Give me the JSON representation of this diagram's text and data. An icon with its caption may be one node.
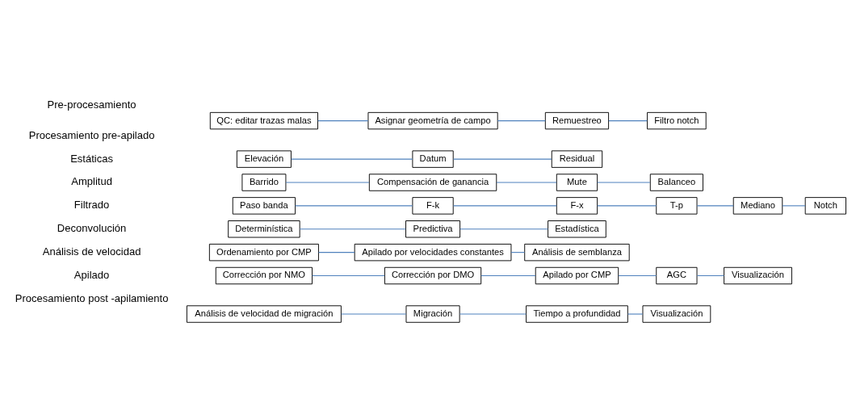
{
  "diagram": {
    "nodes": [
      {
        "text": [
          "QC: editar trazas malas"
        ]
      },
      {
        "text": [
          "Asignar geometría de campo"
        ]
      },
      {
        "text": [
          "Remuestreo"
        ]
      },
      {
        "text": [
          "Filtro notch"
        ]
      },
      {
        "text": [
          "Elevación"
        ]
      },
      {
        "text": [
          "Datum"
        ]
      },
      {
        "text": [
          "Residual"
        ]
      },
      {
        "text": [
          "Barrido"
        ]
      },
      {
        "text": [
          "Compensación de ganancia"
        ]
      },
      {
        "text": [
          "Mute"
        ]
      },
      {
        "text": [
          "Balanceo"
        ]
      },
      {
        "text": [
          "Paso banda"
        ]
      },
      {
        "text": [
          "F-k"
        ]
      },
      {
        "text": [
          "F-x"
        ]
      },
      {
        "text": [
          "T-p"
        ]
      },
      {
        "text": [
          "Mediano"
        ]
      },
      {
        "text": [
          "Notch"
        ]
      },
      {
        "text": [
          "Determinística"
        ]
      },
      {
        "text": [
          "Predictiva"
        ]
      },
      {
        "text": [
          "Estadística"
        ]
      },
      {
        "text": [
          "Ordenamiento por CMP"
        ]
      },
      {
        "text": [
          "Apilado por velocidades constantes"
        ]
      },
      {
        "text": [
          "Análisis de semblanza"
        ]
      },
      {
        "text": [
          "Corrección por NMO"
        ]
      },
      {
        "text": [
          "Corrección por DMO"
        ]
      },
      {
        "text": [
          "Apilado por CMP"
        ]
      },
      {
        "text": [
          "AGC"
        ]
      },
      {
        "text": [
          "Visualización"
        ]
      },
      {
        "text": [
          "Análisis de velocidad de migración"
        ]
      },
      {
        "text": [
          "Migración"
        ]
      },
      {
        "text": [
          "Tiempo a profundidad"
        ]
      },
      {
        "text": [
          "Visualización"
        ]
      }
    ],
    "edges": [
      {
        "from": 0,
        "to": 1,
        "arrow": "none"
      },
      {
        "from": 1,
        "to": 2,
        "arrow": "none"
      },
      {
        "from": 2,
        "to": 3,
        "arrow": "none"
      },
      {
        "from": 4,
        "to": 5,
        "arrow": "none"
      },
      {
        "from": 5,
        "to": 6,
        "arrow": "none"
      },
      {
        "from": 7,
        "to": 8,
        "arrow": "none"
      },
      {
        "from": 8,
        "to": 9,
        "arrow": "none"
      },
      {
        "from": 9,
        "to": 10,
        "arrow": "none"
      },
      {
        "from": 11,
        "to": 12,
        "arrow": "none"
      },
      {
        "from": 12,
        "to": 13,
        "arrow": "none"
      },
      {
        "from": 13,
        "to": 14,
        "arrow": "none"
      },
      {
        "from": 14,
        "to": 15,
        "arrow": "none"
      },
      {
        "from": 15,
        "to": 16,
        "arrow": "none"
      },
      {
        "from": 17,
        "to": 18,
        "arrow": "none"
      },
      {
        "from": 18,
        "to": 19,
        "arrow": "none"
      },
      {
        "from": 20,
        "to": 21,
        "arrow": "none"
      },
      {
        "from": 21,
        "to": 22,
        "arrow": "none"
      },
      {
        "from": 23,
        "to": 24,
        "arrow": "none"
      },
      {
        "from": 24,
        "to": 25,
        "arrow": "none"
      },
      {
        "from": 25,
        "to": 26,
        "arrow": "none"
      },
      {
        "from": 26,
        "to": 27,
        "arrow": "none"
      },
      {
        "from": 28,
        "to": 29,
        "arrow": "none"
      },
      {
        "from": 29,
        "to": 30,
        "arrow": "none"
      },
      {
        "from": 30,
        "to": 31,
        "arrow": "none"
      }
    ],
    "labels": [
      "Pre-procesamiento",
      "Procesamiento pre-apilado",
      "Estáticas",
      "Amplitud",
      "Filtrado",
      "Deconvolución",
      "Análisis de velocidad",
      "Apilado",
      "Procesamiento post -apilamiento"
    ]
  }
}
